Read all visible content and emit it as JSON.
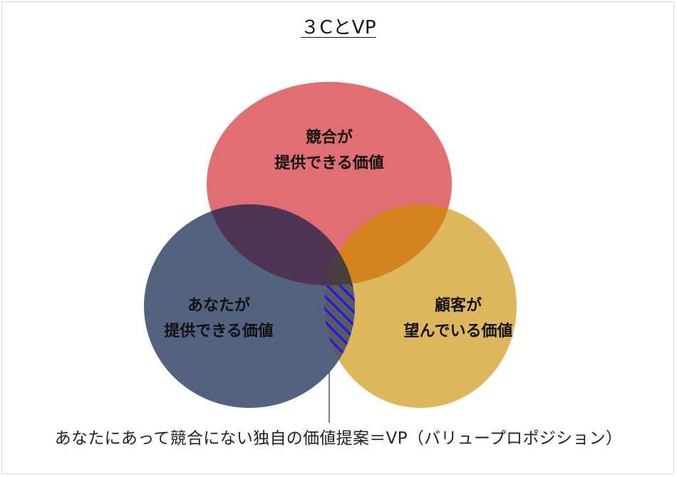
{
  "title": "３CとVP",
  "circles": {
    "competitor": {
      "line1": "競合が",
      "line2": "提供できる価値",
      "color": "#dc5a5f"
    },
    "you": {
      "line1": "あなたが",
      "line2": "提供できる価値",
      "color": "#53627f"
    },
    "customer": {
      "line1": "顧客が",
      "line2": "望んでいる価値",
      "color": "#dcb353"
    }
  },
  "caption": "あなたにあって競合にない独自の価値提案＝VP（バリュープロポジション）",
  "colors": {
    "hatch": "#1515ff",
    "pointer_line": "#3b5a80"
  }
}
